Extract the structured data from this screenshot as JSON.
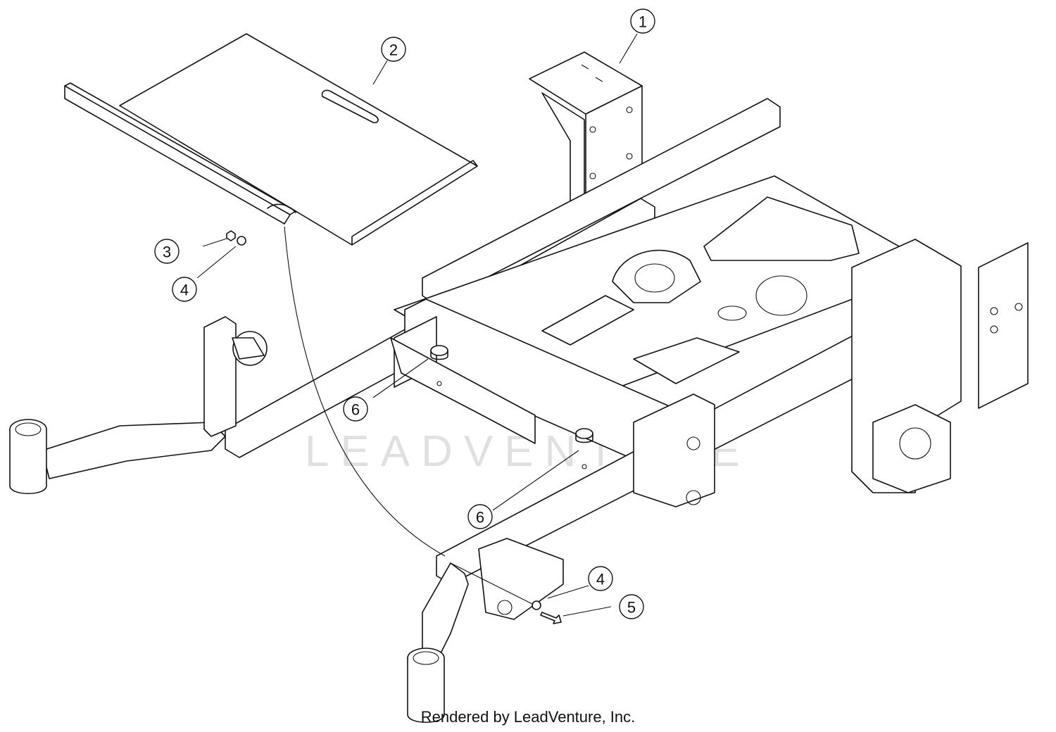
{
  "callouts": [
    "1",
    "2",
    "3",
    "4",
    "4",
    "5",
    "6",
    "6"
  ],
  "watermark": "LEADVENTURE",
  "footer": "Rendered by LeadVenture, Inc."
}
